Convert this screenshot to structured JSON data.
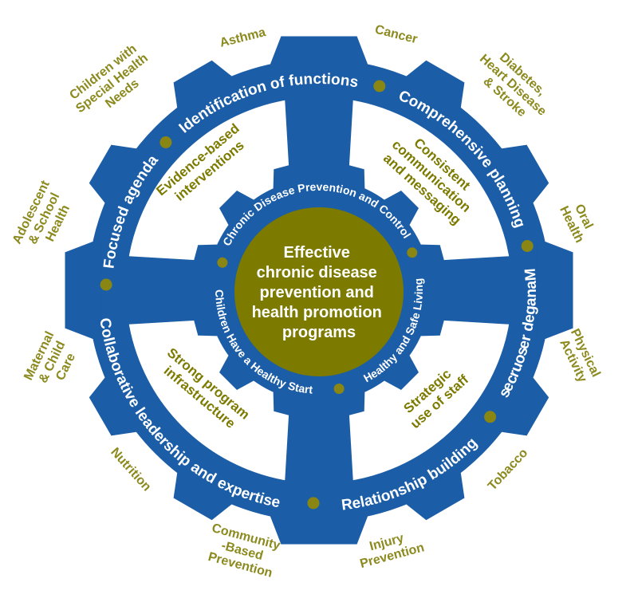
{
  "colors": {
    "blue": "#1b5da6",
    "olive": "#7d7a00",
    "label_olive": "#8c8a1e",
    "dot_olive": "#8a8614",
    "white": "#ffffff"
  },
  "center": {
    "lines": [
      "Effective",
      "chronic disease",
      "prevention and",
      "health promotion",
      "programs"
    ]
  },
  "inner_ring": {
    "segments": [
      {
        "id": "chronic",
        "text": "Chronic Disease Prevention and Control"
      },
      {
        "id": "healthy",
        "text": "Healthy and Safe Living"
      },
      {
        "id": "children",
        "text": "Children Have a Healthy Start"
      }
    ]
  },
  "outer_ring": {
    "segments": [
      {
        "id": "identification",
        "text": "Identification of functions"
      },
      {
        "id": "comprehensive",
        "text": "Comprehensive planning"
      },
      {
        "id": "managed",
        "text": "Managed resources"
      },
      {
        "id": "relationship",
        "text": "Relationship building"
      },
      {
        "id": "collaborative",
        "text": "Collaborative leadership and expertise"
      },
      {
        "id": "focused",
        "text": "Focused agenda"
      }
    ]
  },
  "process_labels": [
    {
      "id": "evidence",
      "lines": [
        "Evidence-based",
        "interventions"
      ]
    },
    {
      "id": "consistent",
      "lines": [
        "Consistent",
        "communication",
        "and messaging"
      ]
    },
    {
      "id": "strategic",
      "lines": [
        "Strategic",
        "use of staff"
      ]
    },
    {
      "id": "strong",
      "lines": [
        "Strong program",
        "infrastructure"
      ]
    }
  ],
  "topic_labels": [
    {
      "id": "children-special",
      "lines": [
        "Children with",
        "Special Health",
        "Needs"
      ]
    },
    {
      "id": "asthma",
      "lines": [
        "Asthma"
      ]
    },
    {
      "id": "cancer",
      "lines": [
        "Cancer"
      ]
    },
    {
      "id": "diabetes",
      "lines": [
        "Diabetes,",
        "Heart Disease",
        "& Stroke"
      ]
    },
    {
      "id": "oral-health",
      "lines": [
        "Oral",
        "Health"
      ]
    },
    {
      "id": "physical-activity",
      "lines": [
        "Physical",
        "Activity"
      ]
    },
    {
      "id": "tobacco",
      "lines": [
        "Tobacco"
      ]
    },
    {
      "id": "injury",
      "lines": [
        "Injury",
        "Prevention"
      ]
    },
    {
      "id": "community",
      "lines": [
        "Community",
        "-Based",
        "Prevention"
      ]
    },
    {
      "id": "nutrition",
      "lines": [
        "Nutrition"
      ]
    },
    {
      "id": "maternal",
      "lines": [
        "Maternal",
        "& Child",
        "Care"
      ]
    },
    {
      "id": "adolescent",
      "lines": [
        "Adolescent",
        "& School",
        "Health"
      ]
    }
  ]
}
